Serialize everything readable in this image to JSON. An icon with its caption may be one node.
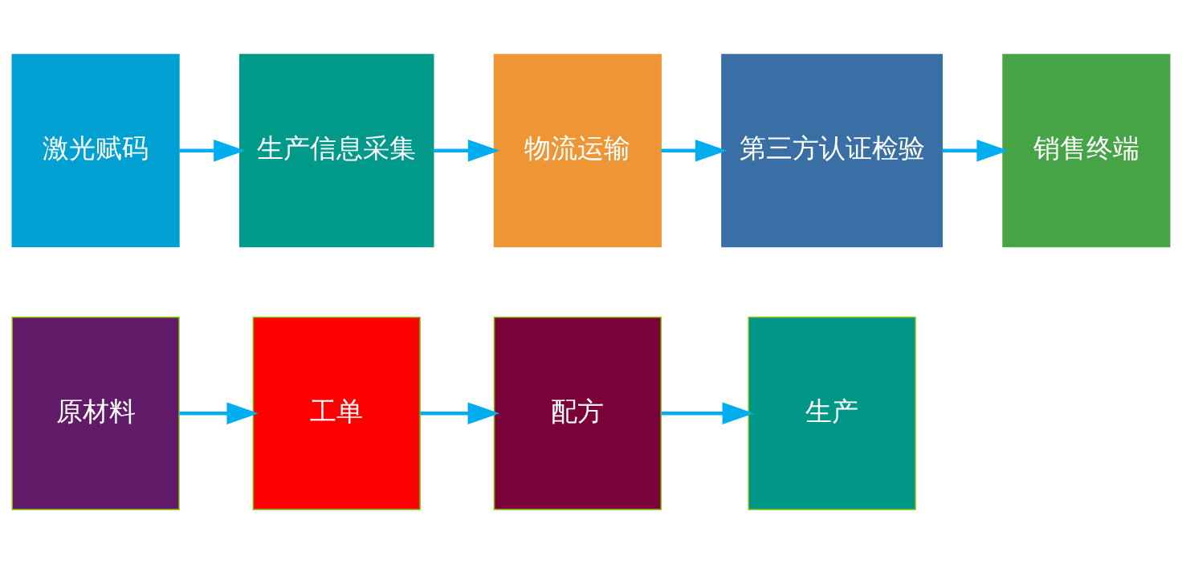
{
  "diagram": {
    "nodes": [
      {
        "text": [
          "原材料"
        ]
      },
      {
        "text": [
          "工单"
        ]
      },
      {
        "text": [
          "配方"
        ]
      },
      {
        "text": [
          "生产"
        ]
      },
      {
        "text": [
          "激光赋码"
        ]
      },
      {
        "text": [
          "生产信息采集"
        ]
      },
      {
        "text": [
          "物流运输"
        ]
      },
      {
        "text": [
          "第三方认证检验"
        ]
      },
      {
        "text": [
          "销售终端"
        ]
      }
    ],
    "edges": [
      {
        "from": 0,
        "to": 1,
        "arrow": "to"
      },
      {
        "from": 1,
        "to": 2,
        "arrow": "to"
      },
      {
        "from": 2,
        "to": 3,
        "arrow": "to"
      },
      {
        "from": 4,
        "to": 5,
        "arrow": "to"
      },
      {
        "from": 5,
        "to": 6,
        "arrow": "to"
      },
      {
        "from": 6,
        "to": 7,
        "arrow": "to"
      },
      {
        "from": 7,
        "to": 8,
        "arrow": "to"
      }
    ]
  }
}
